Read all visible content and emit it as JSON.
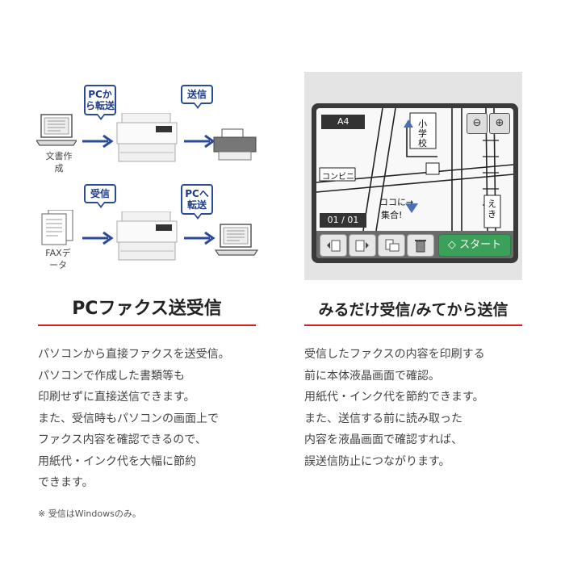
{
  "colors": {
    "accent_blue": "#2a4a9b",
    "heading_rule": "#d42020",
    "start_green": "#3aa05a"
  },
  "diagram": {
    "top_row": {
      "bubble_1": "PCから転送",
      "bubble_2": "送信",
      "source_label": "文書作成"
    },
    "bottom_row": {
      "bubble_1": "受信",
      "bubble_2": "PCへ転送",
      "source_label": "FAXデータ"
    }
  },
  "lcd": {
    "paper_size": "A4",
    "page_counter": "01 / 01",
    "map_labels": {
      "school": "小学校",
      "convenience": "コンビニ",
      "meet_1": "ココに→",
      "meet_2": "集合!",
      "station": "えき"
    },
    "start_button": "スタート",
    "icons": [
      "zoom-out-icon",
      "zoom-in-icon",
      "prev-page-icon",
      "next-page-icon",
      "rotate-icon",
      "trash-icon"
    ]
  },
  "left_section": {
    "heading": "PCファクス送受信",
    "lines": [
      "パソコンから直接ファクスを送受信。",
      "パソコンで作成した書類等も",
      "印刷せずに直接送信できます。",
      "また、受信時もパソコンの画面上で",
      "ファクス内容を確認できるので、",
      "用紙代・インク代を大幅に節約",
      "できます。"
    ],
    "note": "※ 受信はWindowsのみ。"
  },
  "right_section": {
    "heading": "みるだけ受信/みてから送信",
    "lines": [
      "受信したファクスの内容を印刷する",
      "前に本体液晶画面で確認。",
      "用紙代・インク代を節約できます。",
      "また、送信する前に読み取った",
      "内容を液晶画面で確認すれば、",
      "誤送信防止につながります。"
    ]
  }
}
